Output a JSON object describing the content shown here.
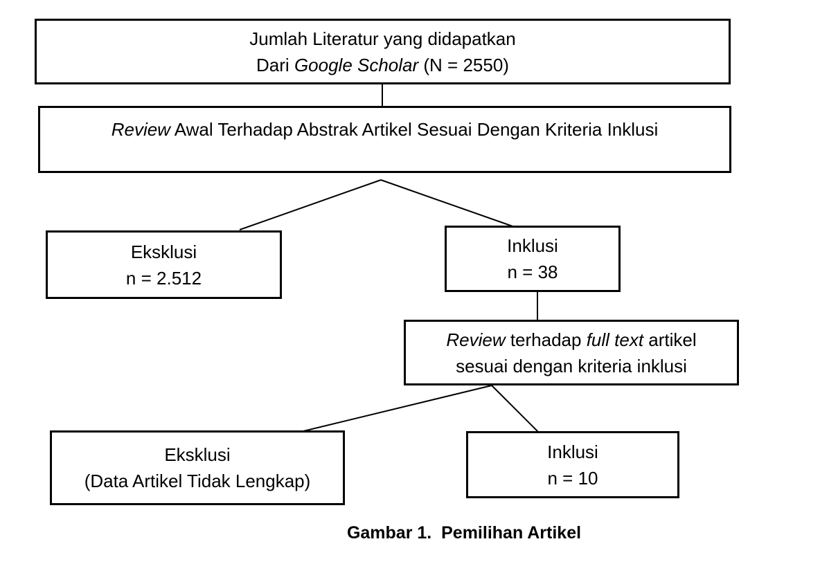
{
  "figure": {
    "caption": "Gambar 1.  Pemilihan Artikel"
  },
  "flowchart": {
    "literature_box": {
      "line1": "Jumlah Literatur yang didapatkan",
      "line2": {
        "prefix": "Dari ",
        "italic": "Google Scholar",
        "suffix": " (N = 2550)"
      }
    },
    "review_abstract_box": {
      "italic": "Review",
      "rest": " Awal Terhadap Abstrak Artikel Sesuai Dengan Kriteria Inklusi"
    },
    "exclusion_abstract_box": {
      "line1": "Eksklusi",
      "line2": "n = 2.512"
    },
    "inclusion_abstract_box": {
      "line1": "Inklusi",
      "line2": "n = 38"
    },
    "review_fulltext_box": {
      "line1": {
        "italic1": "Review",
        "mid": " terhadap ",
        "italic2": "full text",
        "end": " artikel"
      },
      "line2": "sesuai dengan kriteria inklusi"
    },
    "exclusion_fulltext_box": {
      "line1": "Eksklusi",
      "line2": "(Data Artikel Tidak Lengkap)"
    },
    "inclusion_fulltext_box": {
      "line1": "Inklusi",
      "line2": "n = 10"
    }
  },
  "colors": {
    "background": "#ffffff",
    "border": "#000000",
    "line": "#000000",
    "text": "#000000"
  }
}
